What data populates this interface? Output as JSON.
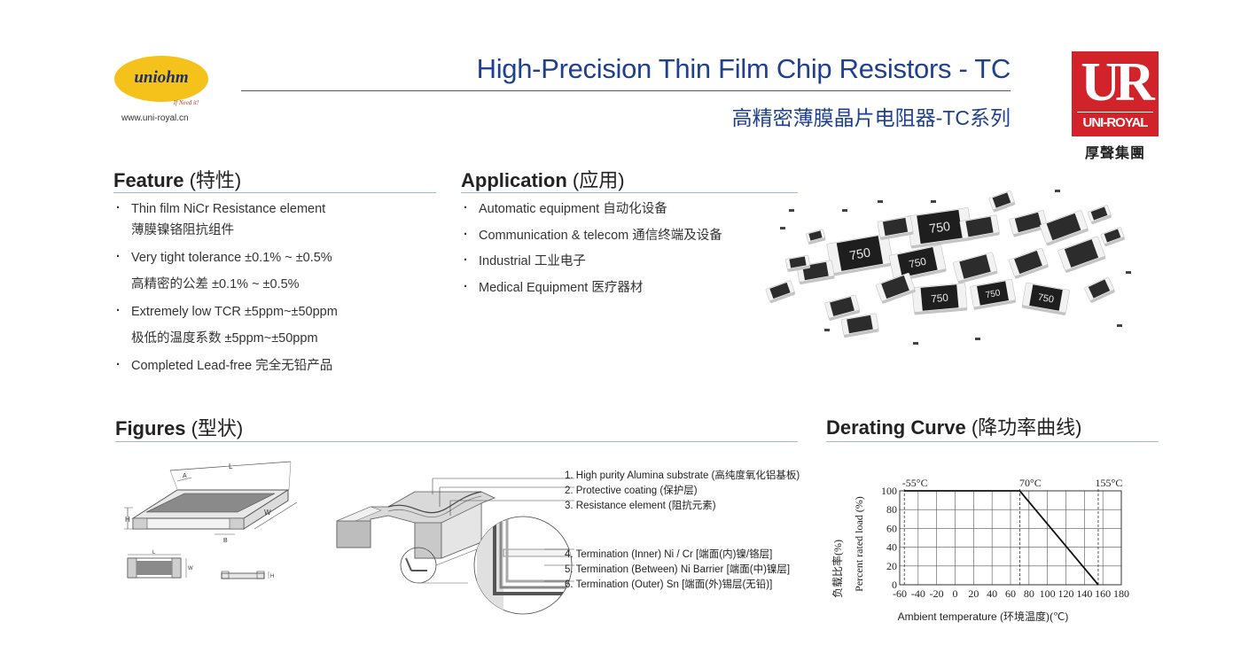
{
  "header": {
    "logo_text": "uniohm",
    "logo_tagline": "If Need it!",
    "website": "www.uni-royal.cn",
    "title_en": "High-Precision Thin Film Chip Resistors - TC",
    "title_cn": "高精密薄膜晶片电阻器-TC系列",
    "brand_mark": "UR",
    "brand_name": "UNI-ROYAL",
    "brand_cn": "厚聲集團"
  },
  "feature": {
    "heading": "Feature",
    "heading_cn": "(特性)",
    "items": [
      {
        "en": "Thin film NiCr Resistance element",
        "cn": "薄膜镍铬阻抗组件"
      },
      {
        "en": "Very tight tolerance ±0.1% ~ ±0.5%",
        "cn": "高精密的公差 ±0.1% ~ ±0.5%"
      },
      {
        "en": "Extremely low TCR ±5ppm~±50ppm",
        "cn": "极低的温度系数 ±5ppm~±50ppm"
      },
      {
        "en": "Completed Lead-free 完全无铅产品",
        "cn": ""
      }
    ]
  },
  "application": {
    "heading": "Application",
    "heading_cn": "(应用)",
    "items": [
      "Automatic equipment  自动化设备",
      "Communication & telecom  通信终端及设备",
      "Industrial  工业电子",
      "Medical Equipment  医疗器材"
    ]
  },
  "chip_marking": "750",
  "figures": {
    "heading": "Figures",
    "heading_cn": "(型状)",
    "dim_labels": {
      "L": "L",
      "W": "W",
      "H": "H",
      "A": "A",
      "B": "B"
    },
    "legend": [
      "1. High purity Alumina substrate (高纯度氧化铝基板)",
      "2. Protective coating (保护层)",
      "3. Resistance element (阻抗元素)",
      "4. Termination (Inner) Ni / Cr [端面(内)镍/铬层]",
      "5. Termination (Between) Ni Barrier [端面(中)镍层]",
      "6. Termination (Outer) Sn [端面(外)锡层(无铅)]"
    ]
  },
  "derating": {
    "heading": "Derating Curve",
    "heading_cn": "(降功率曲线)",
    "chart_data": {
      "type": "line",
      "title": "",
      "xlabel": "Ambient temperature (环境温度)(℃)",
      "ylabel_cn": "负载比率(%)",
      "ylabel": "Percent rated load (%)",
      "xlim": [
        -60,
        180
      ],
      "ylim": [
        0,
        100
      ],
      "x_ticks": [
        -60,
        -40,
        -20,
        0,
        20,
        40,
        60,
        80,
        100,
        120,
        140,
        160,
        180
      ],
      "y_ticks": [
        0,
        20,
        40,
        60,
        80,
        100
      ],
      "x_tick_labels": [
        "-60",
        "-40",
        "-20",
        "0",
        "20",
        "40",
        "60",
        "80",
        "100",
        "120",
        "140",
        "160",
        "180"
      ],
      "y_tick_labels": [
        "0",
        "20",
        "40",
        "60",
        "80",
        "100"
      ],
      "markers": [
        {
          "x": -55,
          "label": "-55°C"
        },
        {
          "x": 70,
          "label": "70°C"
        },
        {
          "x": 155,
          "label": "155°C"
        }
      ],
      "series": [
        {
          "x": [
            -55,
            70,
            155
          ],
          "y": [
            100,
            100,
            0
          ]
        }
      ],
      "grid": true
    }
  }
}
